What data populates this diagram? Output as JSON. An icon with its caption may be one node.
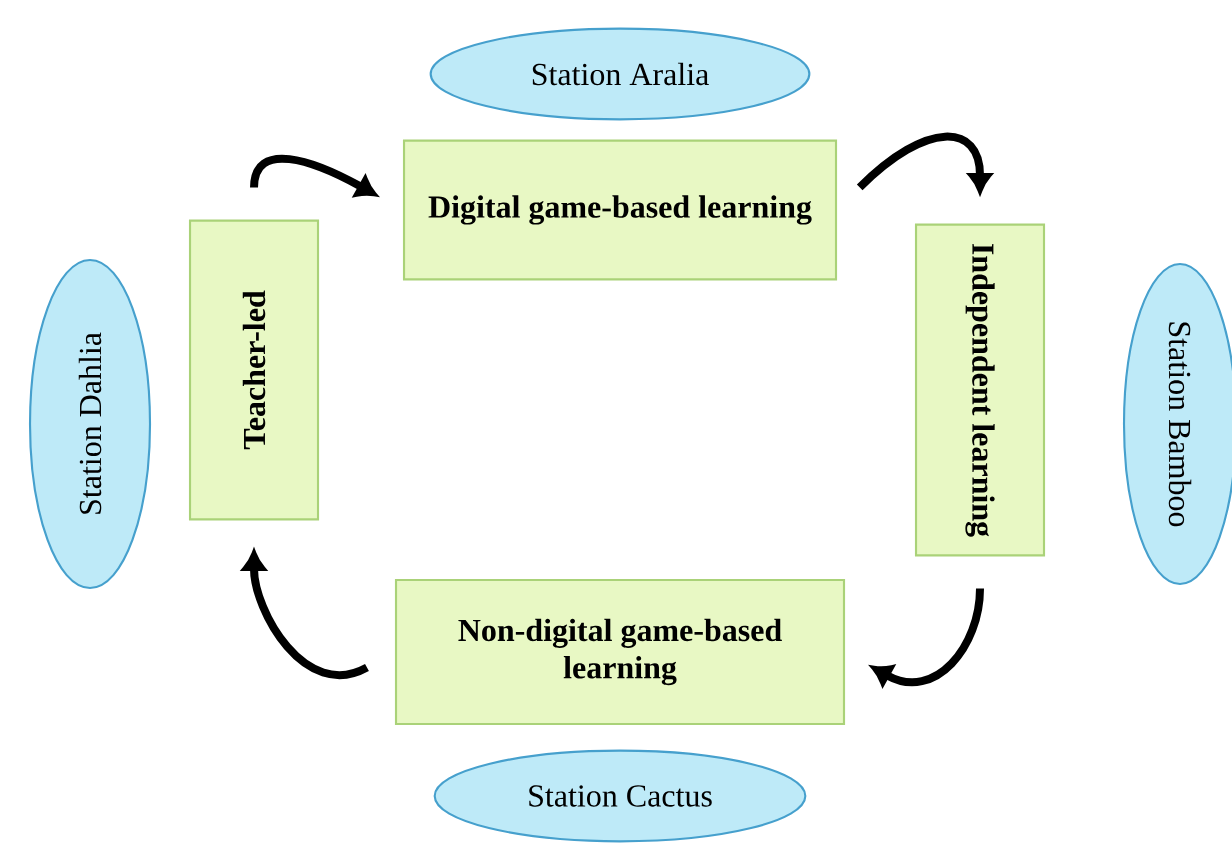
{
  "diagram": {
    "nodes": [
      {
        "text": [
          "Station Aralia"
        ]
      },
      {
        "text": [
          "Digital game-based learning"
        ]
      },
      {
        "text": [
          "Station Dahlia"
        ]
      },
      {
        "text": [
          "Teacher-led"
        ]
      },
      {
        "text": [
          "Independent learning"
        ]
      },
      {
        "text": [
          "Station Bamboo"
        ]
      },
      {
        "text": [
          "Non-digital game-based learning"
        ]
      },
      {
        "text": [
          "Station Cactus"
        ]
      }
    ],
    "edges": [
      {
        "from": 3,
        "to": 1,
        "arrow": "to"
      },
      {
        "from": 1,
        "to": 4,
        "arrow": "to"
      },
      {
        "from": 4,
        "to": 6,
        "arrow": "to"
      },
      {
        "from": 6,
        "to": 3,
        "arrow": "to"
      }
    ]
  }
}
